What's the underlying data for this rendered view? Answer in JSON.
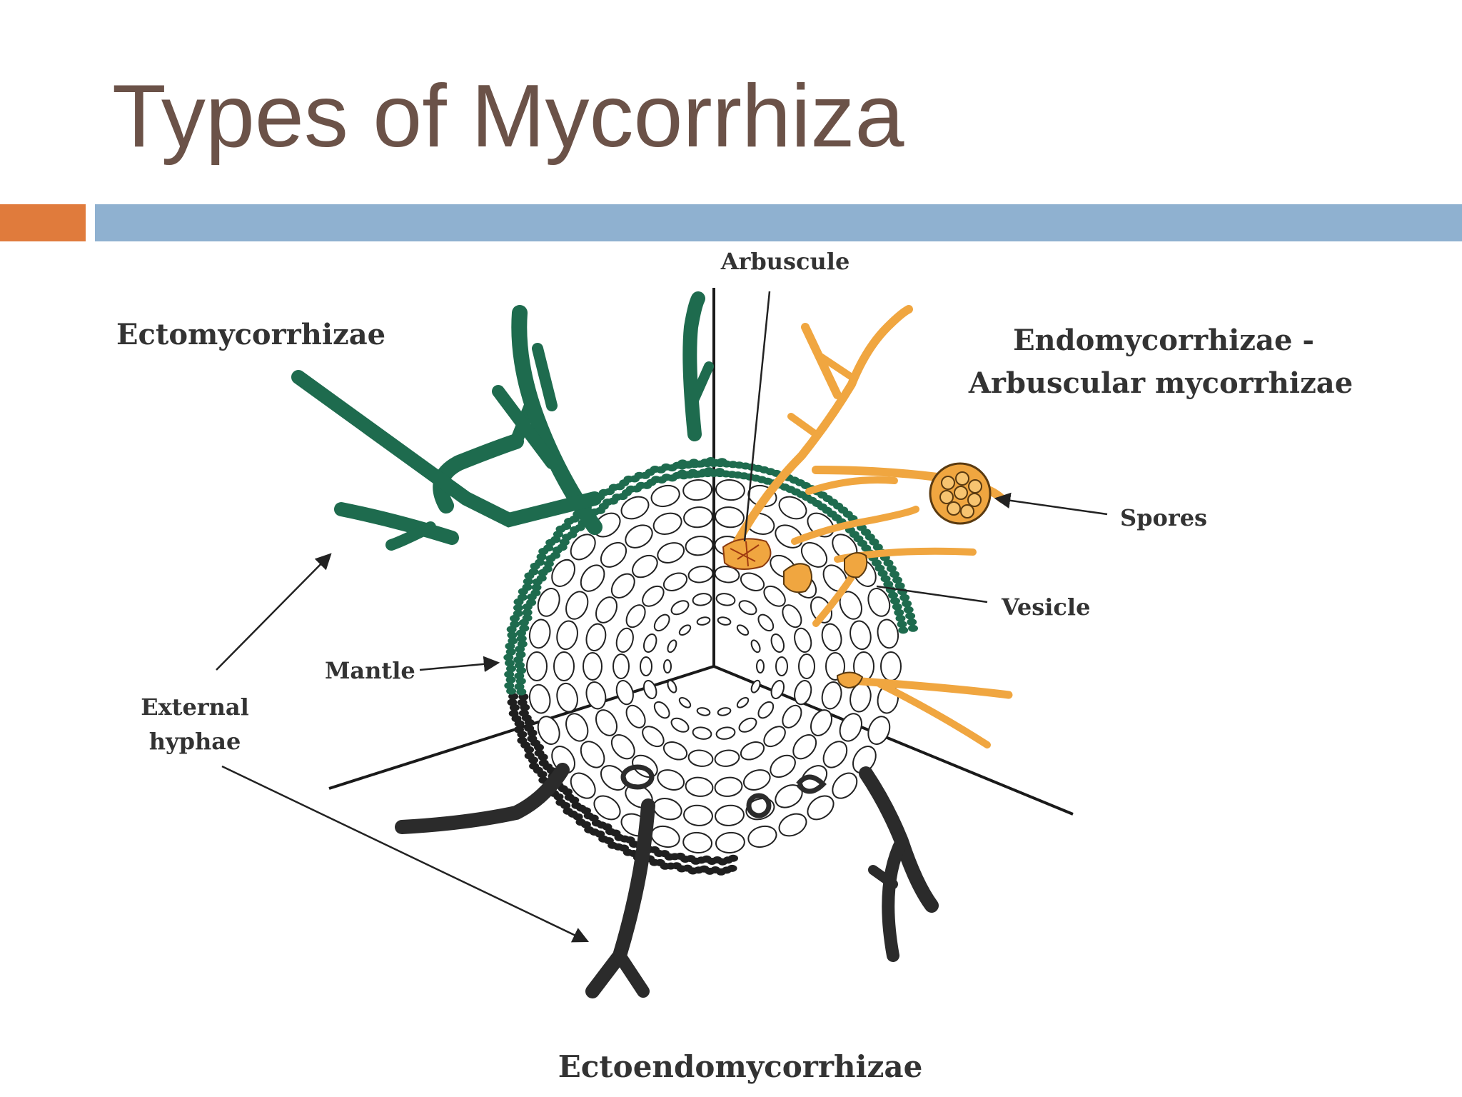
{
  "slide": {
    "title": "Types of Mycorrhiza"
  },
  "diagram": {
    "labels": {
      "ecto": "Ectomycorrhizae",
      "endo_line1": "Endomycorrhizae -",
      "endo_line2": "Arbuscular mycorrhizae",
      "arbuscule": "Arbuscule",
      "spores": "Spores",
      "vesicle": "Vesicle",
      "mantle": "Mantle",
      "external_line1": "External",
      "external_line2": "hyphae",
      "ectoendo": "Ectoendomycorrhizae"
    },
    "colors": {
      "ecto_hyphae": "#1e6b4e",
      "endo_hyphae": "#f0a640",
      "ectoendo_hyphae": "#2b2b2b",
      "cell_outline": "#222222",
      "title": "#6b5248",
      "accent_orange": "#e07b3c",
      "accent_blue": "#8fb1d0"
    }
  }
}
